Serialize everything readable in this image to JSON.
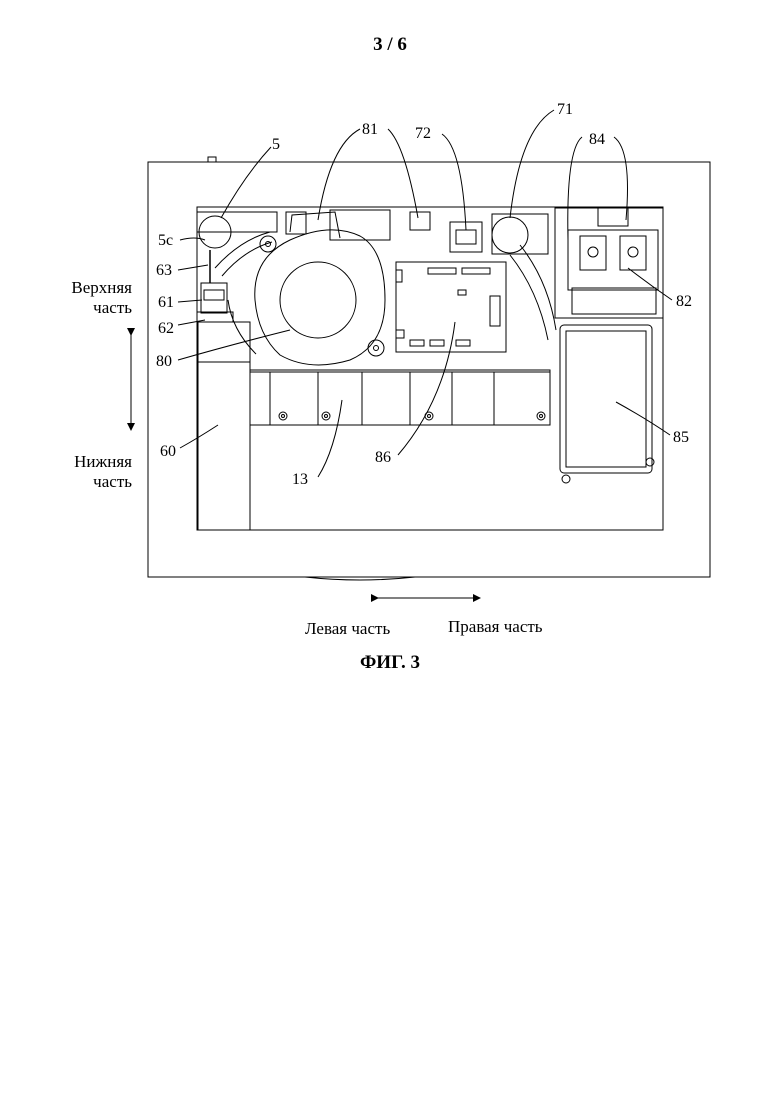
{
  "page_number": "3 / 6",
  "figure_caption": "ФИГ. 3",
  "orientation": {
    "top_label_line1": "Верхняя",
    "top_label_line2": "часть",
    "bottom_label_line1": "Нижняя",
    "bottom_label_line2": "часть",
    "left_label": "Левая часть",
    "right_label": "Правая часть"
  },
  "reference_numerals": {
    "r5": "5",
    "r5c": "5c",
    "r63": "63",
    "r61": "61",
    "r62": "62",
    "r80": "80",
    "r60": "60",
    "r13": "13",
    "r86": "86",
    "r81": "81",
    "r72": "72",
    "r71": "71",
    "r84": "84",
    "r82": "82",
    "r85": "85"
  }
}
